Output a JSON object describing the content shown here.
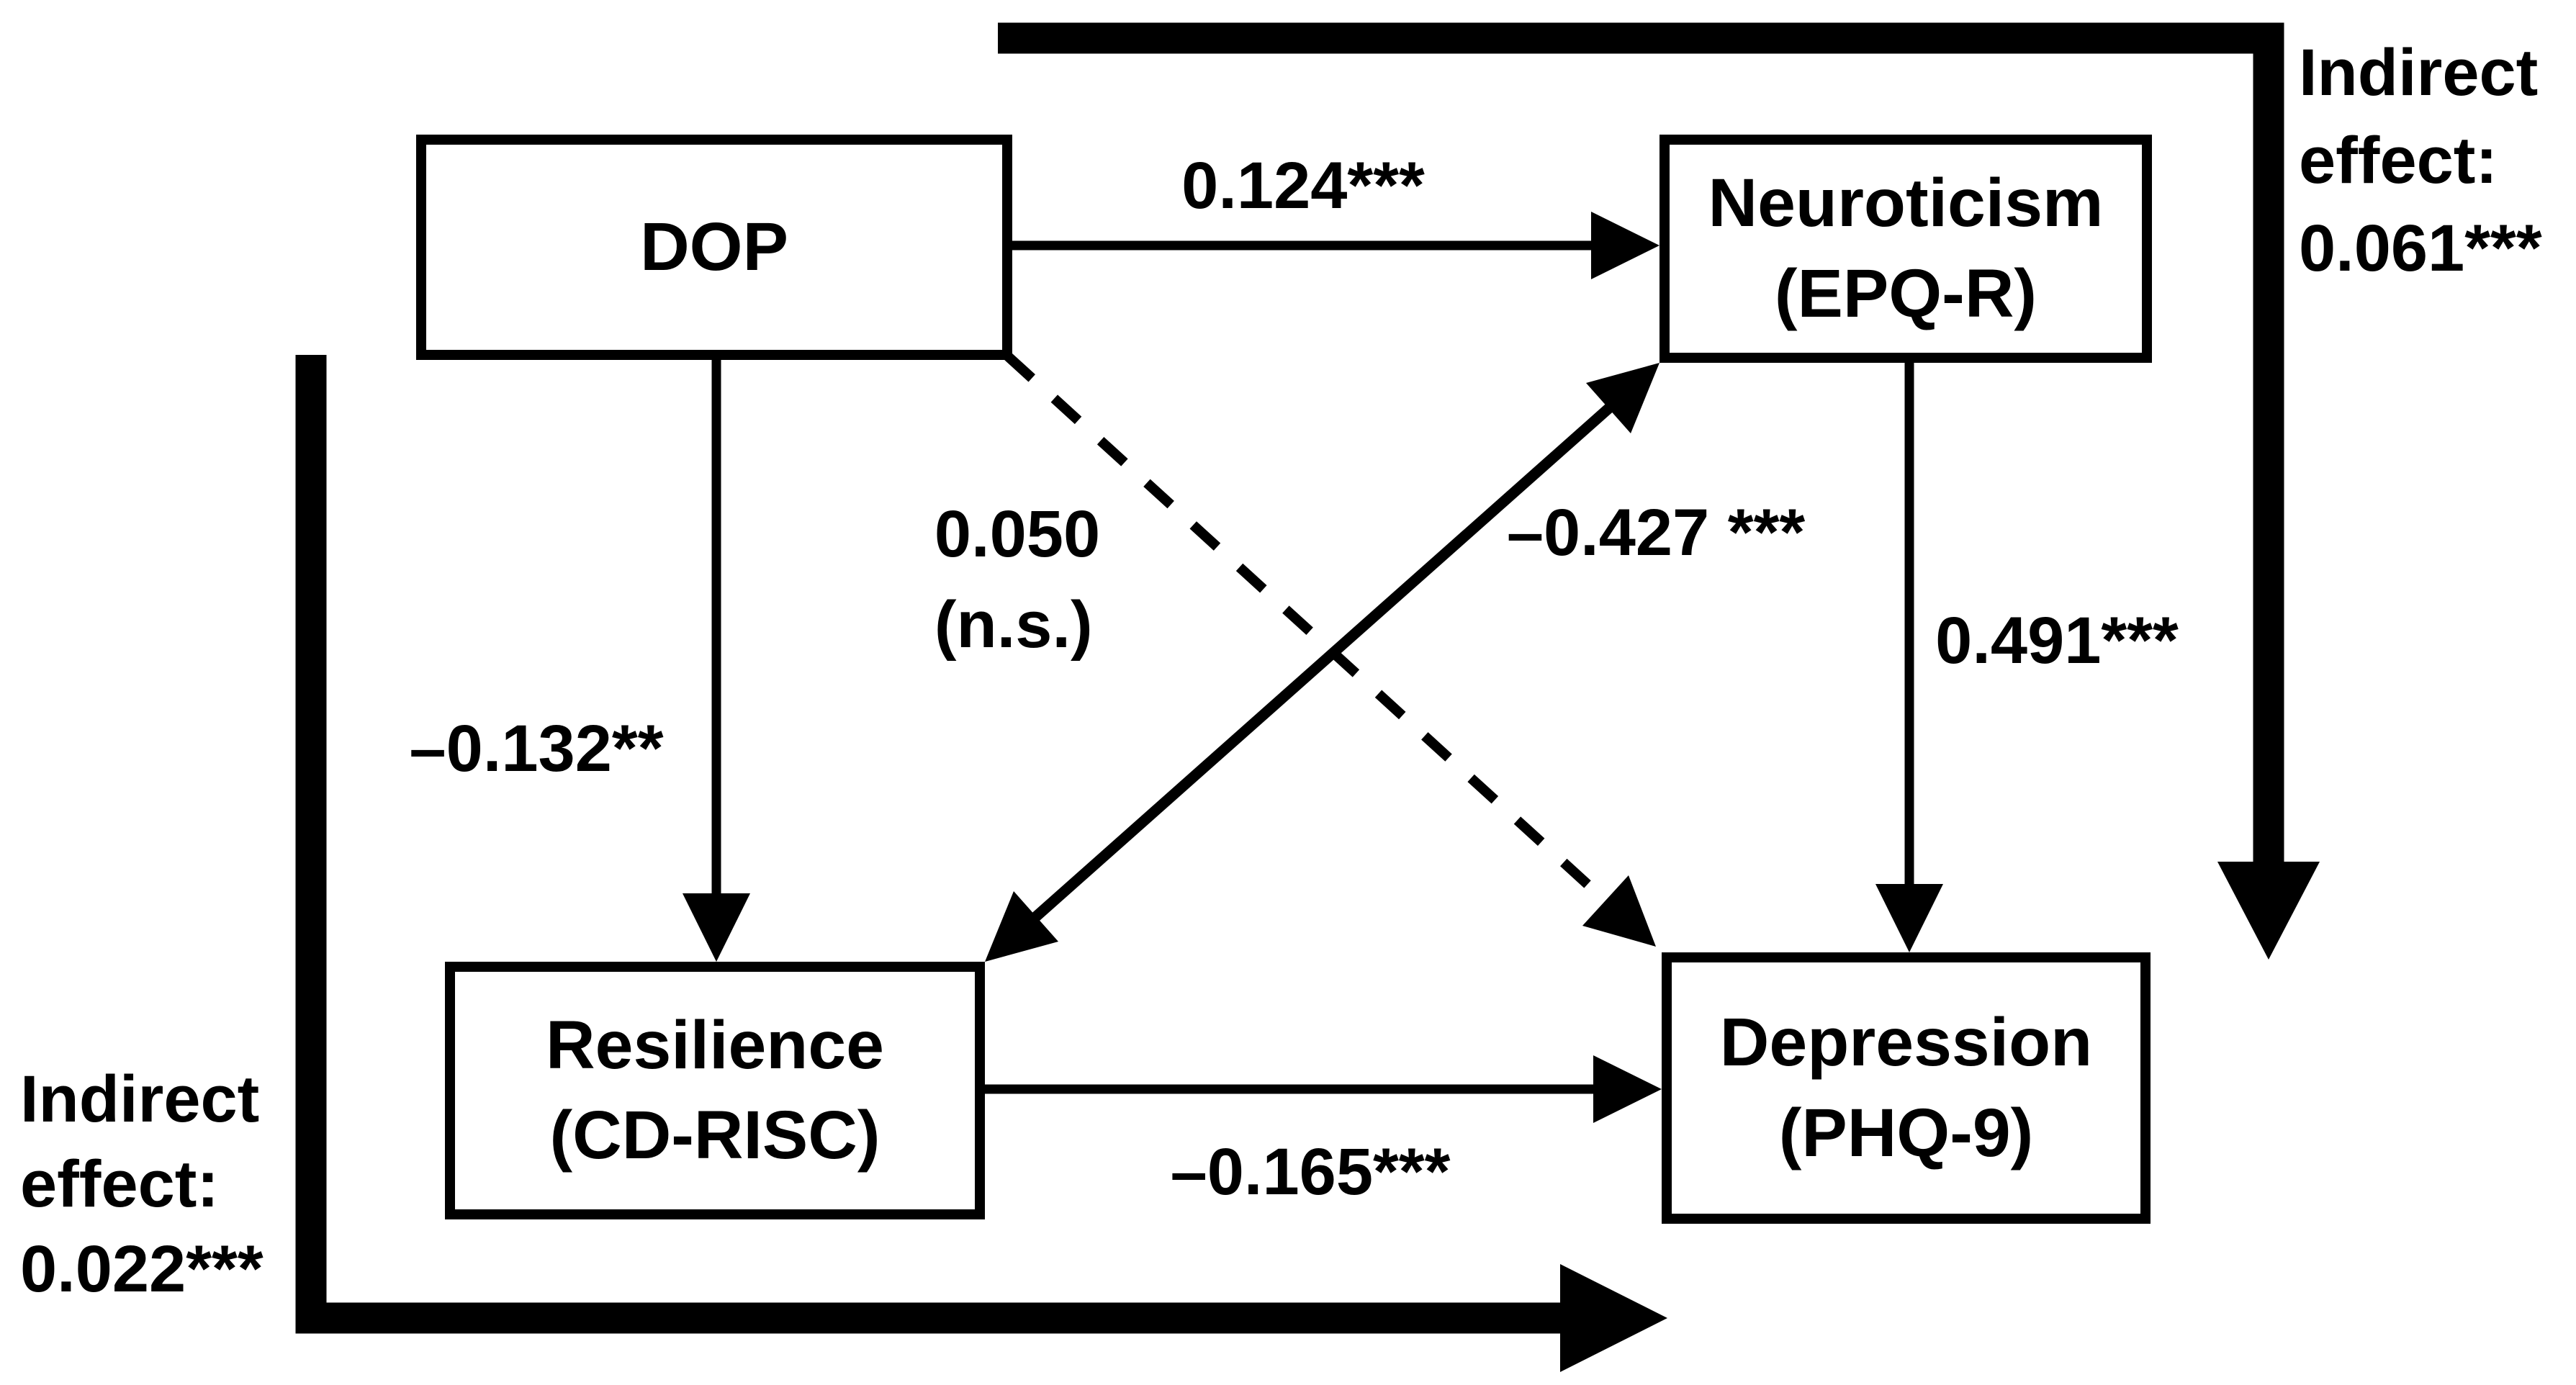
{
  "nodes": {
    "dop": {
      "label": "DOP"
    },
    "neuroticism": {
      "line1": "Neuroticism",
      "line2": "(EPQ-R)"
    },
    "resilience": {
      "line1": "Resilience",
      "line2": "(CD-RISC)"
    },
    "depression": {
      "line1": "Depression",
      "line2": "(PHQ-9)"
    }
  },
  "path_labels": {
    "dop_to_neuroticism": "0.124***",
    "dop_to_resilience": "–0.132**",
    "dop_to_depression_line1": "0.050",
    "dop_to_depression_line2": "(n.s.)",
    "resilience_neuroticism": "–0.427 ***",
    "neuroticism_to_depression": "0.491***",
    "resilience_to_depression": "–0.165***"
  },
  "indirect_effects": {
    "via_neuroticism": {
      "line1": "Indirect",
      "line2": "effect:",
      "line3": "0.061***"
    },
    "via_resilience": {
      "line1": "Indirect",
      "line2": "effect:",
      "line3": "0.022***"
    }
  },
  "colors": {
    "ink": "#000000",
    "background": "#ffffff"
  }
}
